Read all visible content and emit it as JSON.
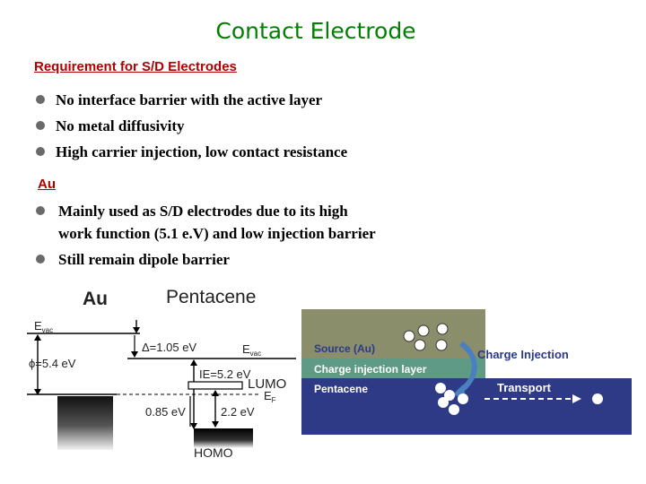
{
  "title": "Contact Electrode",
  "requirements": {
    "heading": "Requirement for S/D Electrodes",
    "items": [
      "No interface barrier with the active layer",
      "No metal diffusivity",
      "High carrier injection, low contact resistance"
    ]
  },
  "au": {
    "heading": "Au",
    "items": [
      {
        "line1": "Mainly used as S/D electrodes due to its high",
        "line2": "work function (5.1 e.V) and low injection barrier"
      },
      {
        "line1": "Still remain dipole barrier",
        "line2": ""
      }
    ]
  },
  "energy_diagram": {
    "au_label": "Au",
    "pentacene_label": "Pentacene",
    "evac_left": "E",
    "evac_left_sub": "vac",
    "phi": "ϕ=5.4 eV",
    "delta": "Δ=1.05 eV",
    "evac_right": "E",
    "evac_right_sub": "vac",
    "ie": "IE=5.2 eV",
    "lumo": "LUMO",
    "ef": "E",
    "ef_sub": "F",
    "gap_low": "0.85 eV",
    "gap_high": "2.2 eV",
    "homo": "HOMO"
  },
  "injection_figure": {
    "source": "Source (Au)",
    "injection_layer": "Charge injection layer",
    "pentacene": "Pentacene",
    "charge_injection": "Charge Injection",
    "transport": "Transport",
    "colors": {
      "source": "#8a8e6a",
      "layer": "#5f9a86",
      "pentacene": "#2f3a86",
      "text_dark": "#2a3a8a"
    }
  }
}
